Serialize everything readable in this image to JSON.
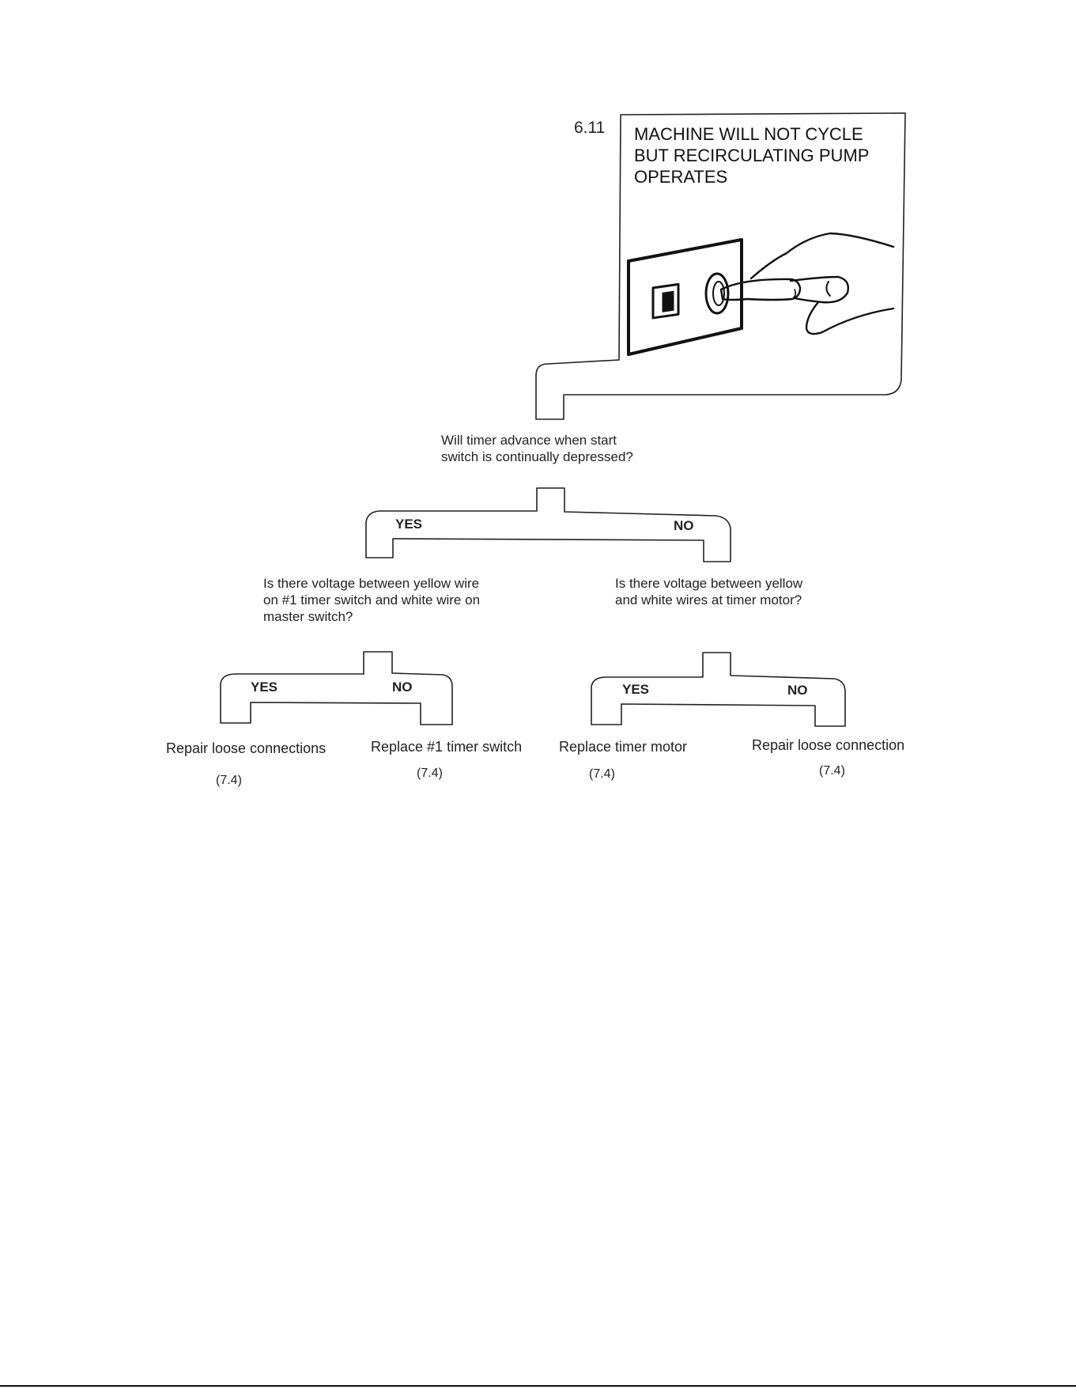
{
  "section": {
    "number": "6.11",
    "title_lines": [
      "MACHINE WILL NOT CYCLE",
      "BUT RECIRCULATING PUMP",
      "OPERATES"
    ]
  },
  "q1": {
    "lines": [
      "Will timer advance when start",
      "switch is continually depressed?"
    ]
  },
  "q1_branches": {
    "yes": "YES",
    "no": "NO"
  },
  "q2": {
    "lines": [
      "Is there voltage between yellow wire",
      "on #1 timer switch and white wire on",
      "master switch?"
    ]
  },
  "q3": {
    "lines": [
      "Is there voltage between yellow",
      "and white wires at timer motor?"
    ]
  },
  "q2_branches": {
    "yes": "YES",
    "no": "NO"
  },
  "q3_branches": {
    "yes": "YES",
    "no": "NO"
  },
  "outcomes": [
    {
      "text": "Repair loose connections",
      "ref": "(7.4)"
    },
    {
      "text": "Replace #1 timer switch",
      "ref": "(7.4)"
    },
    {
      "text": "Replace timer motor",
      "ref": "(7.4)"
    },
    {
      "text": "Repair loose connection",
      "ref": "(7.4)"
    }
  ]
}
